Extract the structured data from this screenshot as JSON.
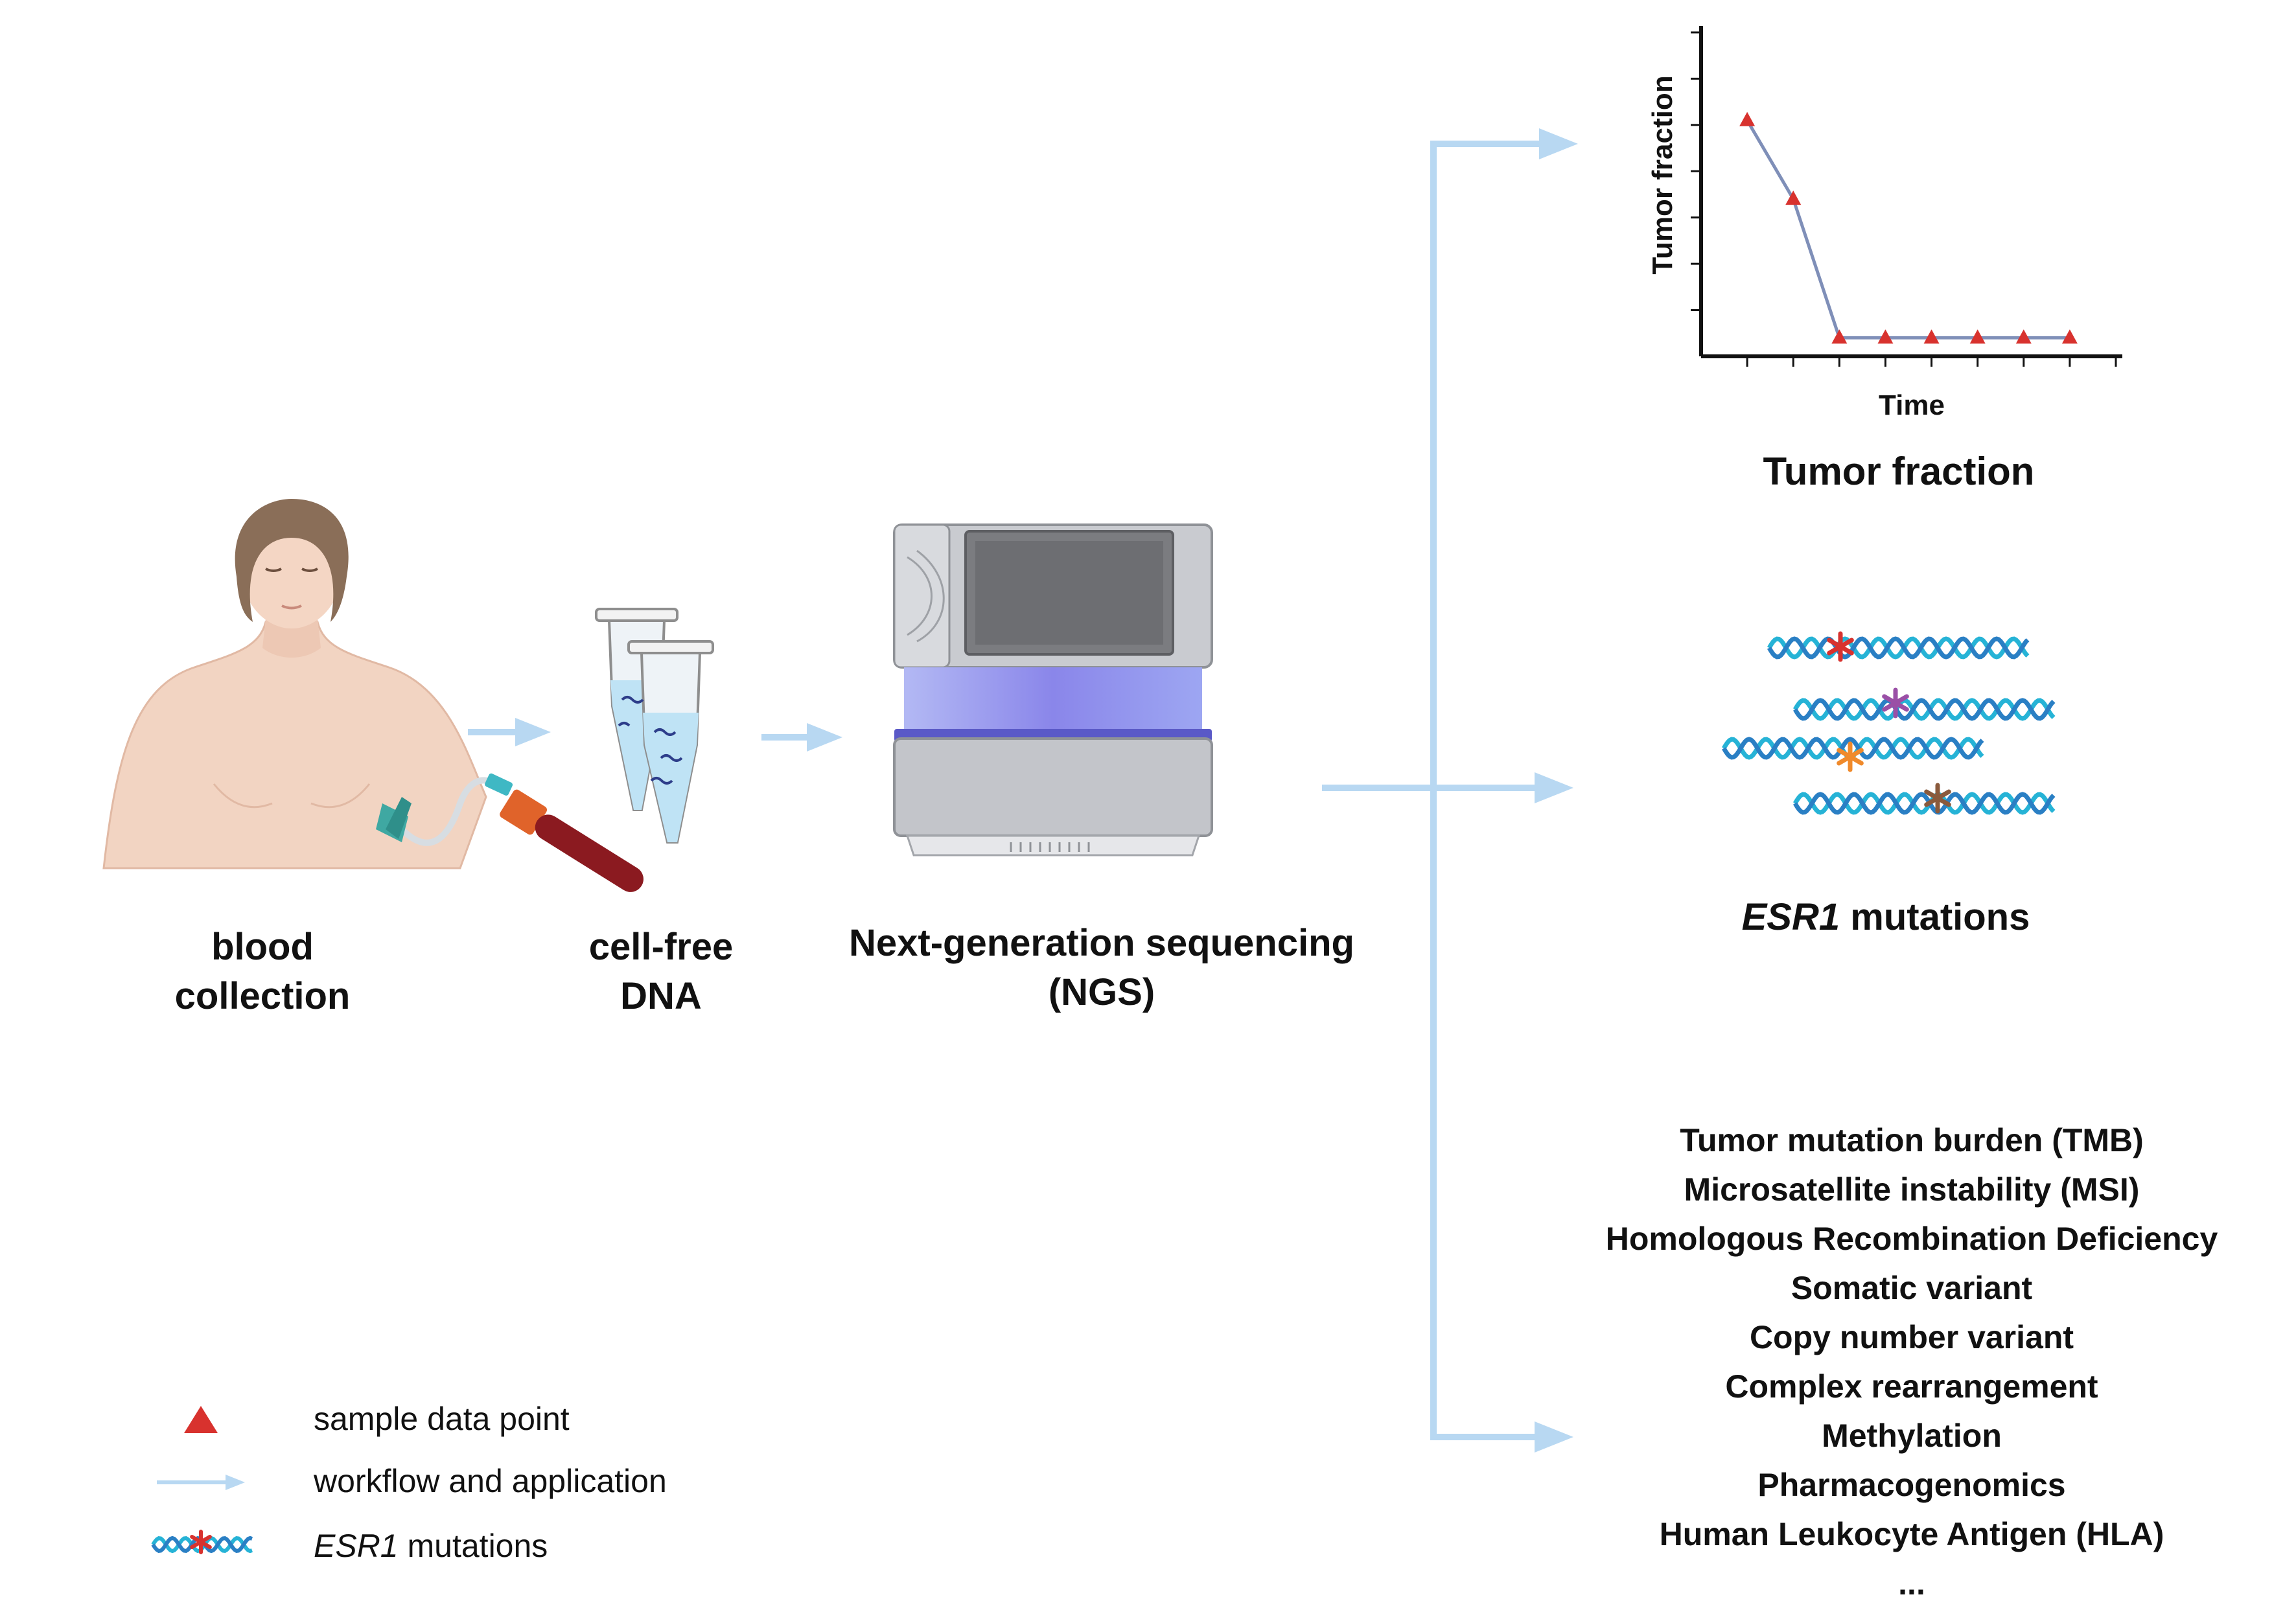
{
  "workflow": {
    "steps": [
      {
        "line1": "blood",
        "line2": "collection"
      },
      {
        "line1": "cell-free",
        "line2": "DNA"
      },
      {
        "line1": "Next-generation sequencing",
        "line2": "(NGS)"
      }
    ]
  },
  "tumor_fraction": {
    "caption": "Tumor fraction",
    "chart_data": {
      "type": "line",
      "xlabel": "Time",
      "ylabel": "Tumor fraction",
      "x": [
        1,
        2,
        3,
        4,
        5,
        6,
        7,
        8
      ],
      "series": [
        {
          "values": [
            5.1,
            3.4,
            0.4,
            0.4,
            0.4,
            0.4,
            0.4,
            0.4
          ]
        }
      ],
      "ylim": [
        0,
        7
      ],
      "xlim": [
        0,
        9
      ],
      "marker": "triangle",
      "marker_color": "#d8322e",
      "line_color": "#7f8fb8",
      "grid": false
    }
  },
  "esr1": {
    "caption_gene": "ESR1",
    "caption_rest": " mutations",
    "colors": {
      "helix_a": "#2a7fc4",
      "helix_b": "#26b3d6",
      "star_1": "#d8322e",
      "star_2": "#9a4fa6",
      "star_3": "#f08a2b",
      "star_4": "#8a5a3c"
    }
  },
  "applications": [
    "Tumor mutation burden (TMB)",
    "Microsatellite instability (MSI)",
    "Homologous Recombination Deficiency",
    "Somatic variant",
    "Copy number variant",
    "Complex rearrangement",
    "Methylation",
    "Pharmacogenomics",
    "Human Leukocyte Antigen (HLA)",
    "..."
  ],
  "legend": {
    "items": [
      {
        "icon": "red-triangle-icon",
        "text": "sample data point"
      },
      {
        "icon": "arrow-icon",
        "text": "workflow and application"
      },
      {
        "icon": "dna-mutation-icon",
        "gene": "ESR1",
        "text": " mutations"
      }
    ]
  },
  "colors": {
    "arrow": "#b8d8f2",
    "skin": "#f4d6c4",
    "hair": "#8a6e58"
  }
}
